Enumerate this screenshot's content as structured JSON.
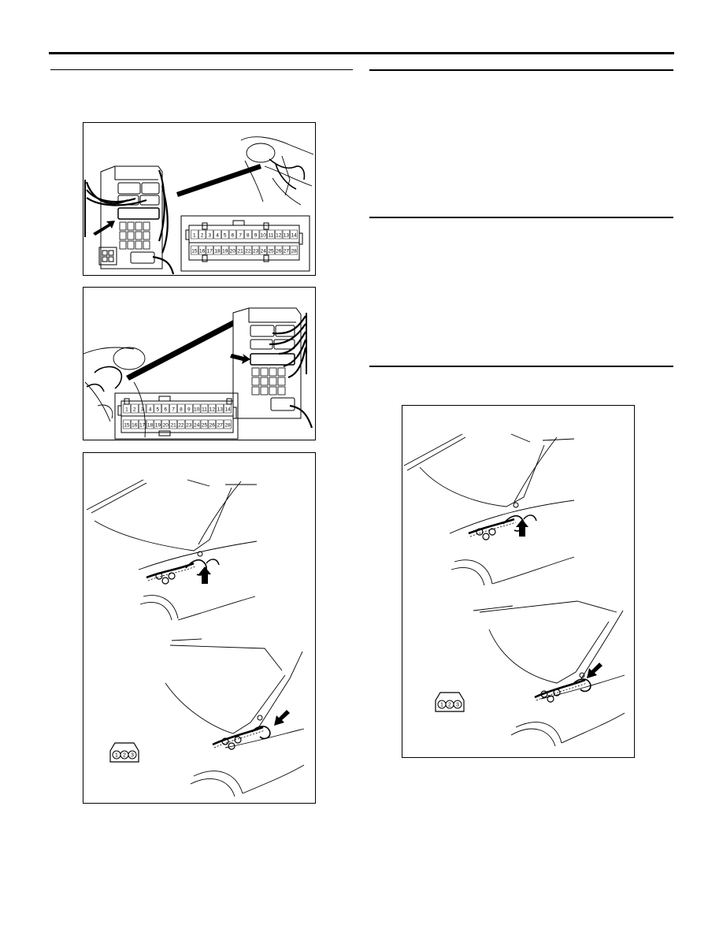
{
  "figures": [
    {
      "name": "figure-relay-box-connector-a",
      "connector_pins": {
        "top_row": [
          "1",
          "2",
          "3",
          "4",
          "5",
          "6",
          "7",
          "8",
          "9",
          "10",
          "11",
          "12",
          "13",
          "14"
        ],
        "bottom_row": [
          "15",
          "16",
          "17",
          "18",
          "19",
          "20",
          "21",
          "22",
          "23",
          "24",
          "25",
          "26",
          "27",
          "28"
        ]
      }
    },
    {
      "name": "figure-relay-box-connector-b",
      "connector_pins": {
        "top_row": [
          "1",
          "2",
          "3",
          "4",
          "5",
          "6",
          "7",
          "8",
          "9",
          "10",
          "11",
          "12",
          "13",
          "14"
        ],
        "bottom_row": [
          "15",
          "16",
          "17",
          "18",
          "19",
          "20",
          "21",
          "22",
          "23",
          "24",
          "25",
          "26",
          "27",
          "28"
        ]
      }
    },
    {
      "name": "figure-windshield-sensor-a",
      "connector_pins": [
        "1",
        "2",
        "3"
      ]
    },
    {
      "name": "figure-windshield-sensor-b",
      "connector_pins": [
        "1",
        "2",
        "3"
      ]
    }
  ]
}
